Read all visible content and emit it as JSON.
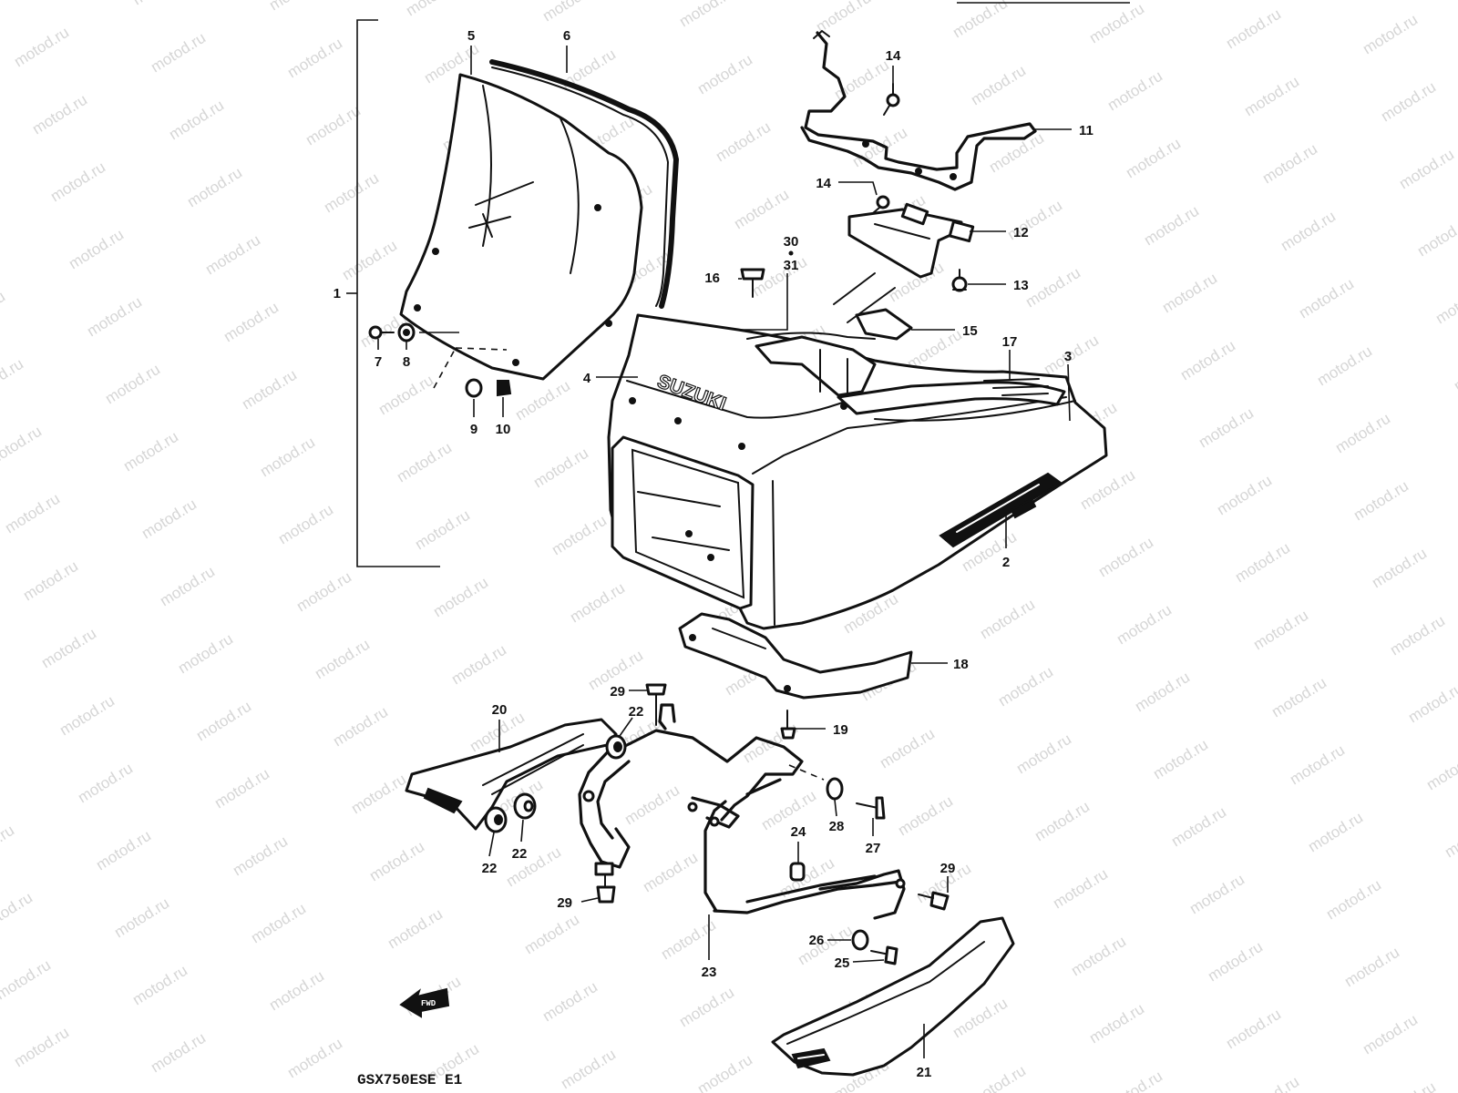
{
  "watermark_text": "motod.ru",
  "caption": "GSX750ESE  E1",
  "fwd_label": "FWD",
  "logo_text": "SUZUKI",
  "callouts": [
    {
      "id": "c1",
      "label": "1"
    },
    {
      "id": "c2",
      "label": "2"
    },
    {
      "id": "c3",
      "label": "3"
    },
    {
      "id": "c4",
      "label": "4"
    },
    {
      "id": "c5",
      "label": "5"
    },
    {
      "id": "c6",
      "label": "6"
    },
    {
      "id": "c7",
      "label": "7"
    },
    {
      "id": "c8",
      "label": "8"
    },
    {
      "id": "c9",
      "label": "9"
    },
    {
      "id": "c10",
      "label": "10"
    },
    {
      "id": "c11",
      "label": "11"
    },
    {
      "id": "c12",
      "label": "12"
    },
    {
      "id": "c13",
      "label": "13"
    },
    {
      "id": "c14a",
      "label": "14"
    },
    {
      "id": "c14b",
      "label": "14"
    },
    {
      "id": "c15",
      "label": "15"
    },
    {
      "id": "c16",
      "label": "16"
    },
    {
      "id": "c17",
      "label": "17"
    },
    {
      "id": "c18",
      "label": "18"
    },
    {
      "id": "c19",
      "label": "19"
    },
    {
      "id": "c20",
      "label": "20"
    },
    {
      "id": "c21",
      "label": "21"
    },
    {
      "id": "c22a",
      "label": "22"
    },
    {
      "id": "c22b",
      "label": "22"
    },
    {
      "id": "c22c",
      "label": "22"
    },
    {
      "id": "c23",
      "label": "23"
    },
    {
      "id": "c24",
      "label": "24"
    },
    {
      "id": "c25",
      "label": "25"
    },
    {
      "id": "c26",
      "label": "26"
    },
    {
      "id": "c27",
      "label": "27"
    },
    {
      "id": "c28",
      "label": "28"
    },
    {
      "id": "c29a",
      "label": "29"
    },
    {
      "id": "c29b",
      "label": "29"
    },
    {
      "id": "c29c",
      "label": "29"
    },
    {
      "id": "c30",
      "label": "30"
    },
    {
      "id": "c31",
      "label": "31"
    }
  ]
}
